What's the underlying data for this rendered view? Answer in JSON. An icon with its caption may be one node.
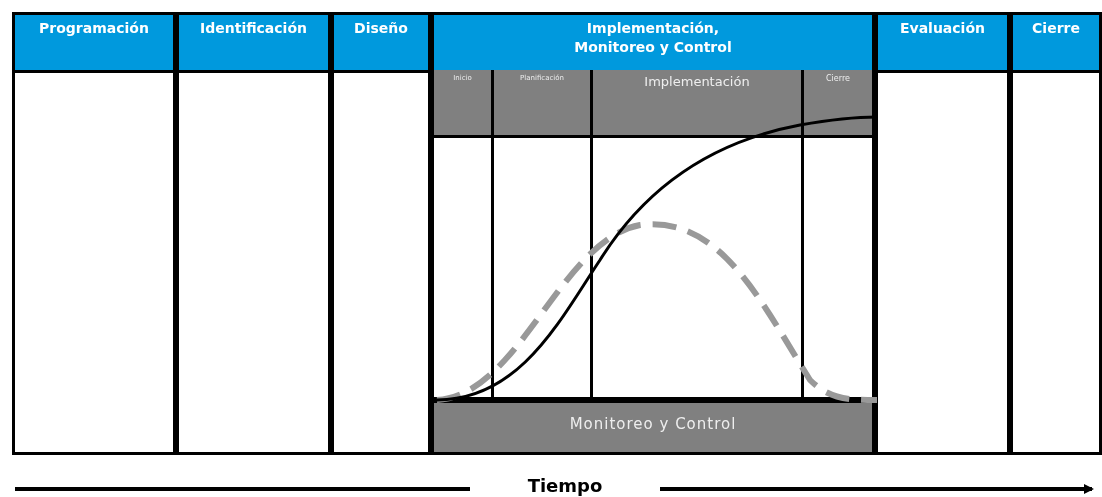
{
  "diagram": {
    "nodes": [
      {
        "text": [
          "Programación"
        ]
      },
      {
        "text": [
          "Identificación"
        ]
      },
      {
        "text": [
          "Diseño"
        ]
      },
      {
        "text": [
          "Implementación, Monitoreo y Control"
        ]
      },
      {
        "text": [
          "Inicio"
        ],
        "in": 3
      },
      {
        "text": [
          "Planificación"
        ],
        "in": 3
      },
      {
        "text": [
          "Implementación"
        ],
        "in": 3
      },
      {
        "text": [
          "Cierre"
        ],
        "in": 3
      },
      {
        "text": [
          "Monitoreo y Control"
        ],
        "in": 3
      },
      {
        "text": [
          "Evaluación"
        ]
      },
      {
        "text": [
          "Cierre"
        ]
      }
    ],
    "edges": [],
    "labels": [
      "Tiempo"
    ]
  }
}
